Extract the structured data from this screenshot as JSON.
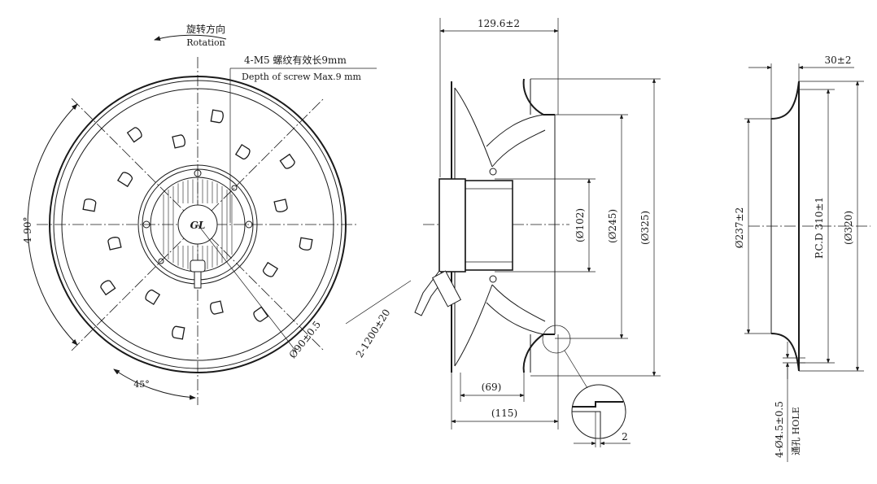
{
  "front_view": {
    "rotation_cn": "旋转方向",
    "rotation_en": "Rotation",
    "thread_cn": "4-M5 螺纹有效长9mm",
    "thread_en": "Depth of screw Max.9 mm",
    "angle_90": "4-90°",
    "angle_45": "45°",
    "hub_dia": "Ø90±0.5",
    "lead_length": "2-1200±20"
  },
  "side_view": {
    "overall_depth": "129.6±2",
    "dim_69": "(69)",
    "dim_115": "(115)",
    "dia_102": "(Ø102)",
    "dia_245": "(Ø245)",
    "dia_325": "(Ø325)",
    "detail_gap": "2"
  },
  "inlet_ring": {
    "depth": "30±2",
    "dia_237": "Ø237±2",
    "pcd": "P.C.D 310±1",
    "dia_320": "(Ø320)",
    "holes": "4-Ø4.5±0.5",
    "holes_cn": "通孔 HOLE"
  }
}
